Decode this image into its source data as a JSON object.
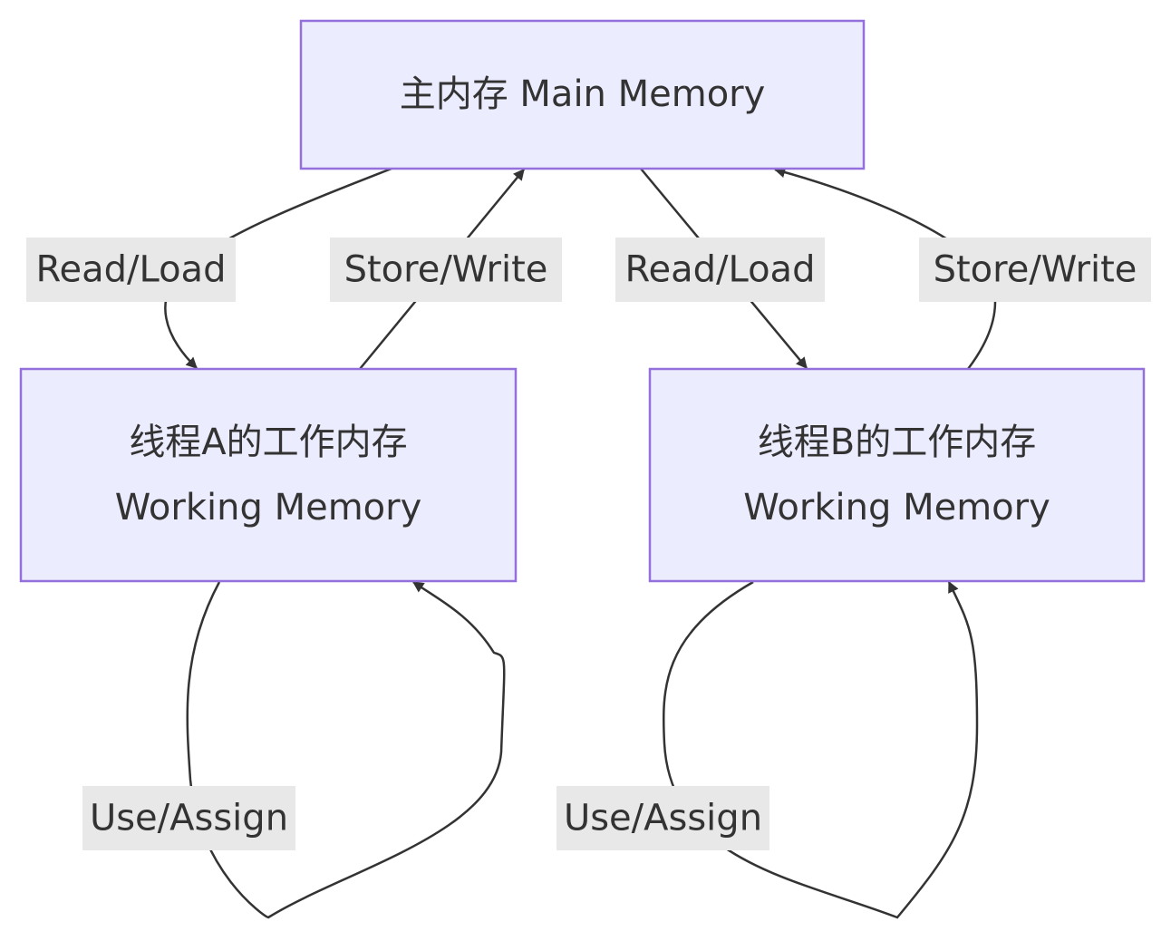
{
  "colors": {
    "node_fill": "#ececff",
    "node_border": "#9370db",
    "edge": "#333333",
    "label_background": "#e8e8e8",
    "text": "#333333"
  },
  "nodes": {
    "main": {
      "label": "主内存 Main Memory"
    },
    "thread_a": {
      "line1": "线程A的工作内存",
      "line2": "Working Memory"
    },
    "thread_b": {
      "line1": "线程B的工作内存",
      "line2": "Working Memory"
    }
  },
  "edges": {
    "a_read": {
      "label": "Read/Load"
    },
    "a_store": {
      "label": "Store/Write"
    },
    "b_read": {
      "label": "Read/Load"
    },
    "b_store": {
      "label": "Store/Write"
    },
    "a_use": {
      "label": "Use/Assign"
    },
    "b_use": {
      "label": "Use/Assign"
    }
  }
}
